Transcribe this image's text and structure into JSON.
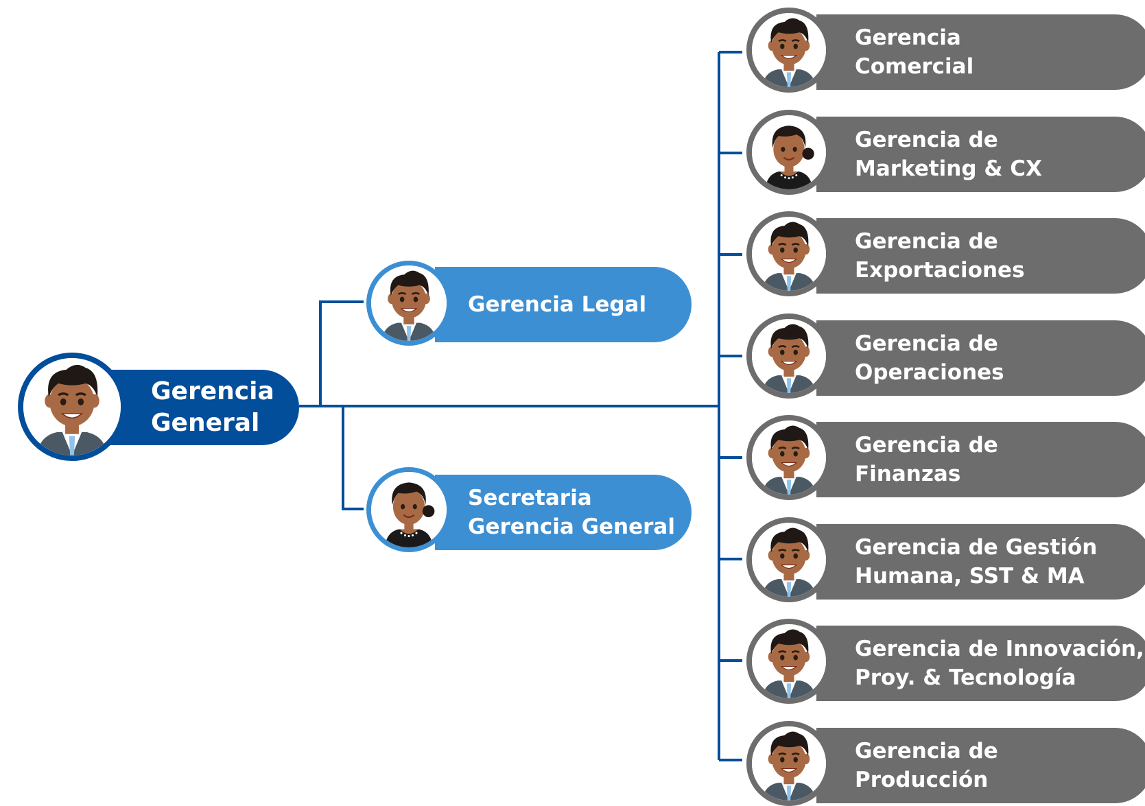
{
  "chart": {
    "root": {
      "lines": [
        "Gerencia",
        "General"
      ],
      "avatar": "man-avatar-icon"
    },
    "staff": [
      {
        "lines": [
          "Gerencia Legal"
        ],
        "avatar": "man-avatar-icon"
      },
      {
        "lines": [
          "Secretaria",
          "Gerencia General"
        ],
        "avatar": "woman-avatar-icon"
      }
    ],
    "departments": [
      {
        "lines": [
          "Gerencia",
          "Comercial"
        ],
        "avatar": "man-avatar-icon"
      },
      {
        "lines": [
          "Gerencia de",
          "Marketing & CX"
        ],
        "avatar": "woman-avatar-icon"
      },
      {
        "lines": [
          "Gerencia de",
          "Exportaciones"
        ],
        "avatar": "man-avatar-icon"
      },
      {
        "lines": [
          "Gerencia de",
          "Operaciones"
        ],
        "avatar": "man-avatar-icon"
      },
      {
        "lines": [
          "Gerencia de",
          "Finanzas"
        ],
        "avatar": "man-avatar-icon"
      },
      {
        "lines": [
          "Gerencia de Gestión",
          "Humana, SST & MA"
        ],
        "avatar": "man-avatar-icon"
      },
      {
        "lines": [
          "Gerencia de Innovación,",
          "Proy. & Tecnología"
        ],
        "avatar": "man-avatar-icon"
      },
      {
        "lines": [
          "Gerencia de",
          "Producción"
        ],
        "avatar": "man-avatar-icon"
      }
    ]
  },
  "colors": {
    "root": "#034e9a",
    "staff": "#3d8fd3",
    "department": "#6d6d6d",
    "connector": "#034e9a",
    "skin": "#a86a44",
    "hair": "#1f1815",
    "suit": "#4b5965",
    "shirt": "#ffffff",
    "tie": "#8fc4ea",
    "dress": "#1a1a1a"
  }
}
